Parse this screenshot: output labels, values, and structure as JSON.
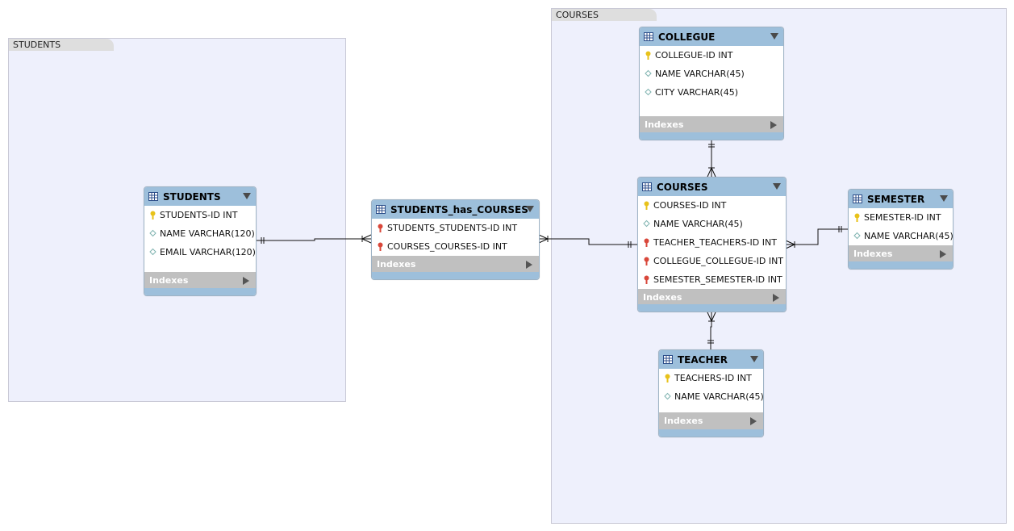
{
  "layers": {
    "students": "STUDENTS",
    "courses": "COURSES"
  },
  "indexes_label": "Indexes",
  "tables": {
    "colleguee": {
      "name": "COLLEGUE",
      "columns": [
        "COLLEGUE-ID INT",
        "NAME VARCHAR(45)",
        "CITY VARCHAR(45)"
      ]
    },
    "students": {
      "name": "STUDENTS",
      "columns": [
        "STUDENTS-ID INT",
        "NAME VARCHAR(120)",
        "EMAIL VARCHAR(120)"
      ]
    },
    "students_has_courses": {
      "name": "STUDENTS_has_COURSES",
      "columns": [
        "STUDENTS_STUDENTS-ID INT",
        "COURSES_COURSES-ID INT"
      ]
    },
    "courses": {
      "name": "COURSES",
      "columns": [
        "COURSES-ID INT",
        "NAME VARCHAR(45)",
        "TEACHER_TEACHERS-ID INT",
        "COLLEGUE_COLLEGUE-ID INT",
        "SEMESTER_SEMESTER-ID INT"
      ]
    },
    "semester": {
      "name": "SEMESTER",
      "columns": [
        "SEMESTER-ID INT",
        "NAME VARCHAR(45)"
      ]
    },
    "teacher": {
      "name": "TEACHER",
      "columns": [
        "TEACHERS-ID INT",
        "NAME VARCHAR(45)"
      ]
    }
  },
  "column_kinds": {
    "colleguee": [
      "primary-key",
      "attribute",
      "attribute"
    ],
    "students": [
      "primary-key",
      "attribute",
      "attribute"
    ],
    "students_has_courses": [
      "foreign-key",
      "foreign-key"
    ],
    "courses": [
      "primary-key",
      "attribute",
      "foreign-key",
      "foreign-key",
      "foreign-key"
    ],
    "semester": [
      "primary-key",
      "attribute"
    ],
    "teacher": [
      "primary-key",
      "attribute"
    ]
  },
  "colors": {
    "header": "#9dbfdb",
    "primary_key": "#e8c21a",
    "foreign_key": "#d9473a",
    "attribute": "#7fb3b0",
    "layer_bg": "#eef0fc"
  }
}
